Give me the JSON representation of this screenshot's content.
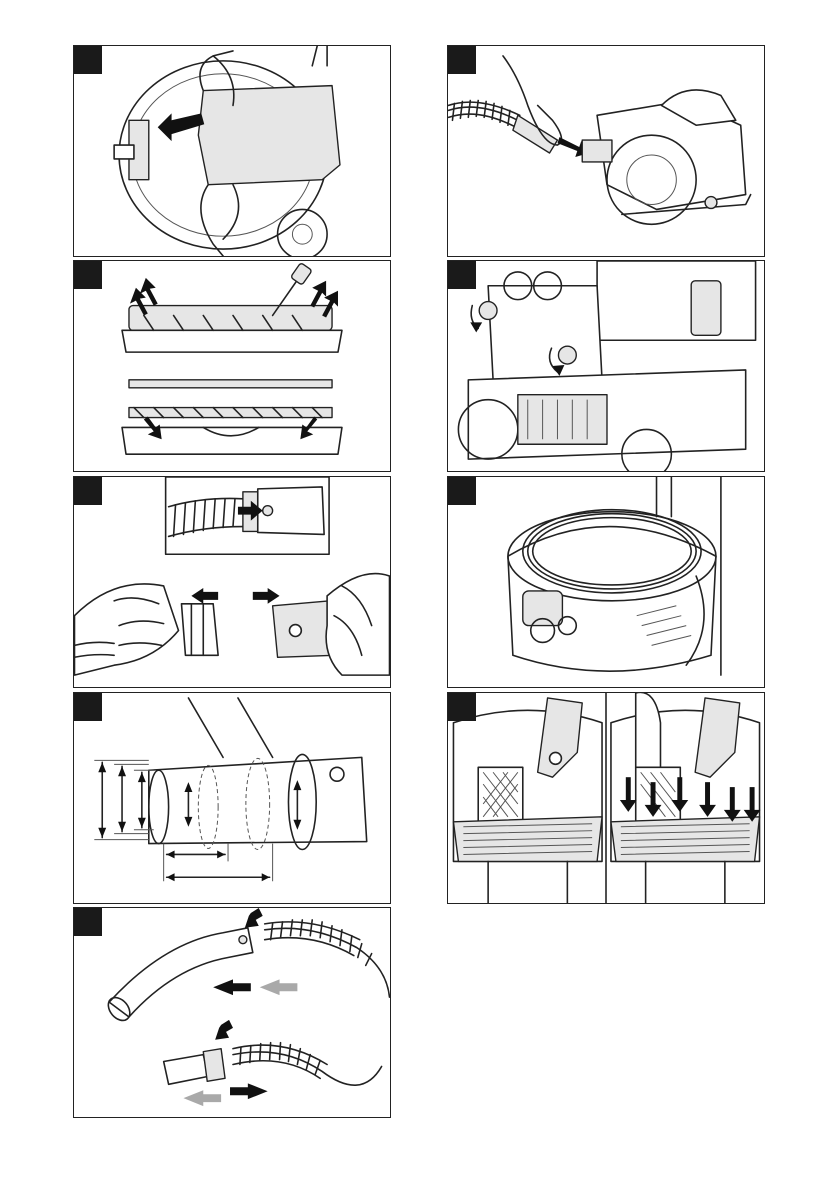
{
  "page": {
    "figures": [
      {
        "id": "fig-dust-bag"
      },
      {
        "id": "fig-power-tool-connect"
      },
      {
        "id": "fig-floor-nozzle-strips"
      },
      {
        "id": "fig-accessory-holders"
      },
      {
        "id": "fig-hose-sleeve-adapter"
      },
      {
        "id": "fig-hose-storage"
      },
      {
        "id": "fig-adapter-diameters"
      },
      {
        "id": "fig-filter-insert"
      },
      {
        "id": "fig-elbow-hose-connect"
      }
    ]
  },
  "colors": {
    "badge": "#1a1a1a",
    "arrow_dark": "#111111",
    "arrow_grey": "#a9a9a9"
  }
}
